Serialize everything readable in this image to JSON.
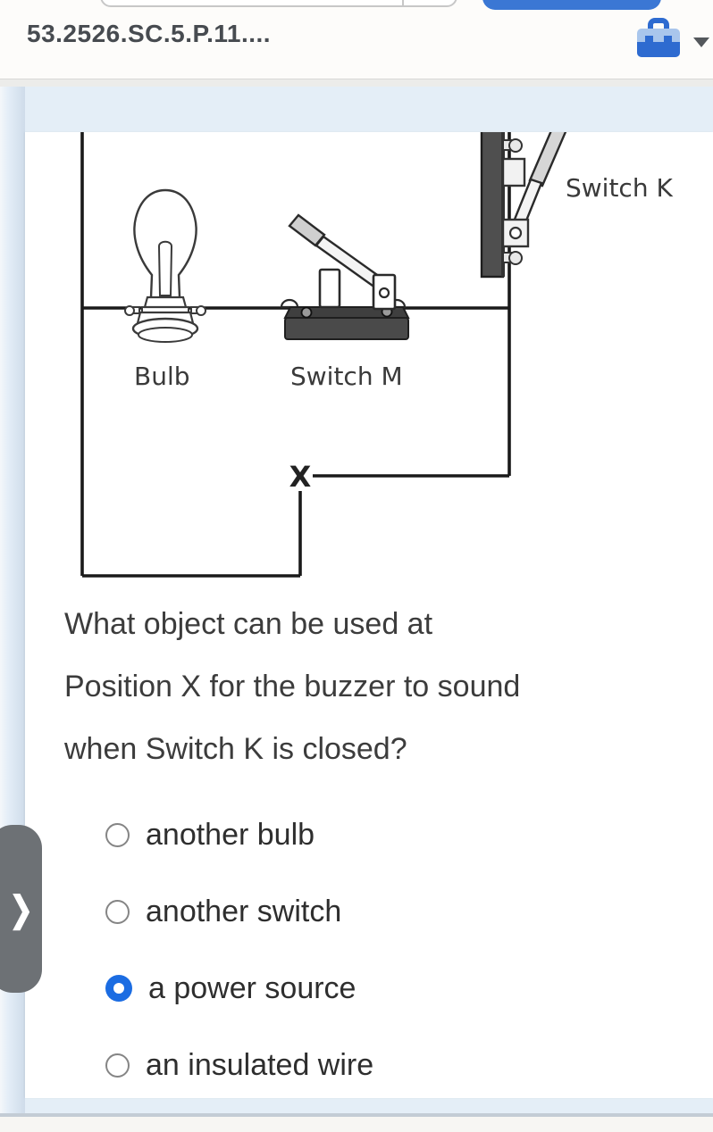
{
  "header": {
    "title": "53.2526.SC.5.P.11....",
    "toolbox_icon": "toolbox-icon",
    "caret_icon": "chevron-down-icon",
    "accent_color": "#3b77d4",
    "toolbox_light_blue": "#a9c6ec",
    "toolbox_dark_blue": "#2e6bd0"
  },
  "diagram": {
    "labels": {
      "bulb": "Bulb",
      "switch_m": "Switch M",
      "switch_k": "Switch K",
      "position_x": "X"
    }
  },
  "question": {
    "lines": [
      "What object can be used at",
      "Position X for the buzzer to sound",
      "when Switch K is closed?"
    ]
  },
  "options": [
    {
      "label": "another bulb",
      "selected": false
    },
    {
      "label": "another switch",
      "selected": false
    },
    {
      "label": "a power source",
      "selected": true
    },
    {
      "label": "an insulated wire",
      "selected": false
    }
  ],
  "drawer": {
    "chevron": "❯"
  },
  "colors": {
    "page_background": "#e4eef7",
    "selected_radio": "#1b6ce2",
    "wire": "#1a1a1a"
  }
}
